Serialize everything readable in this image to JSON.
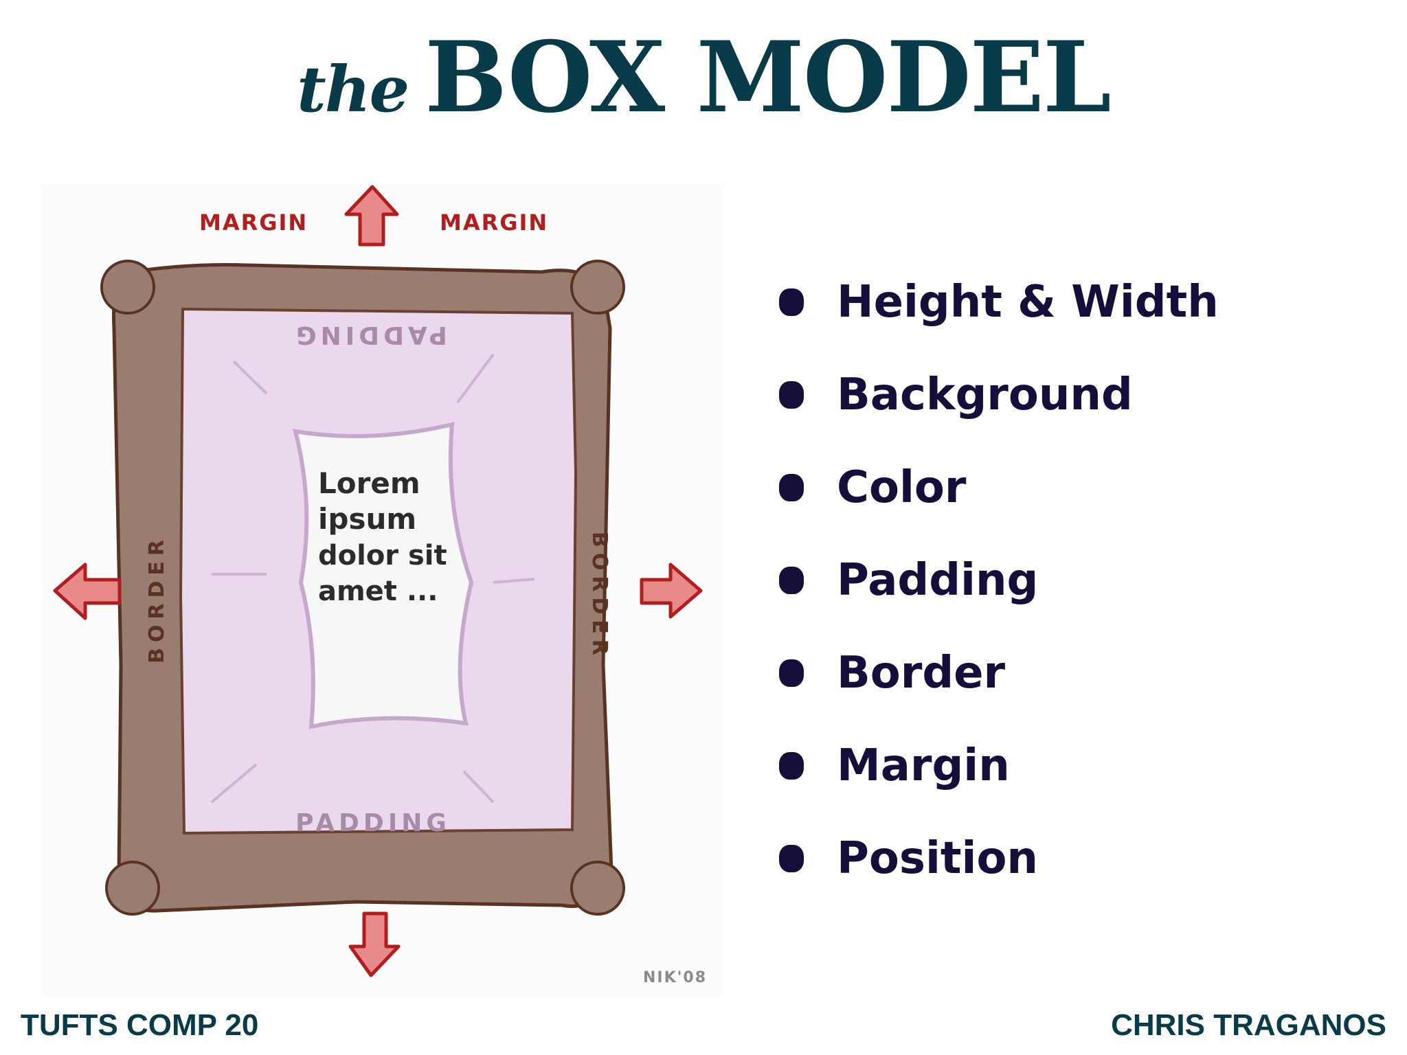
{
  "title": {
    "prefix": "the",
    "main": "BOX MODEL"
  },
  "illustration": {
    "margin_label_left": "MARGIN",
    "margin_label_right": "MARGIN",
    "padding_top": "PADDING",
    "padding_bottom": "PADDING",
    "border_left": "BORDER",
    "border_right": "BORDER",
    "content_lines": [
      "Lorem",
      "ipsum",
      "dolor sit",
      "amet ..."
    ],
    "signature": "NIK'08",
    "colors": {
      "frame": "#8a6a5c",
      "padding": "#ead9ec",
      "content": "#f7f7f7",
      "arrow_fill": "#e8898b",
      "arrow_stroke": "#b31d1d",
      "label": "#b31d1d"
    }
  },
  "features": [
    "Height & Width",
    "Background",
    "Color",
    "Padding",
    "Border",
    "Margin",
    "Position"
  ],
  "footer": {
    "left": "TUFTS COMP 20",
    "right": "CHRIS TRAGANOS"
  },
  "colors": {
    "title": "#083a47",
    "text": "#130f3a"
  }
}
